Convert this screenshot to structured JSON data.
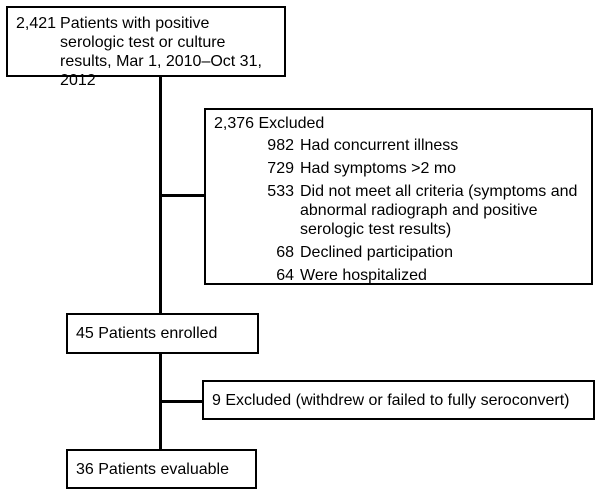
{
  "initial": {
    "count": "2,421",
    "text": "Patients with positive serologic test or culture results, Mar 1, 2010–Oct 31, 2012"
  },
  "excluded_first": {
    "header": "2,376 Excluded",
    "reasons": [
      {
        "count": "982",
        "text": "Had concurrent illness"
      },
      {
        "count": "729",
        "text": "Had symptoms >2 mo"
      },
      {
        "count": "533",
        "text": "Did not meet all criteria (symptoms and abnormal radiograph and positive serologic test results)"
      },
      {
        "count": "68",
        "text": "Declined participation"
      },
      {
        "count": "64",
        "text": "Were hospitalized"
      }
    ]
  },
  "enrolled": {
    "text": "45 Patients enrolled"
  },
  "excluded_second": {
    "text": "9 Excluded (withdrew or failed to fully seroconvert)"
  },
  "evaluable": {
    "text": "36 Patients evaluable"
  }
}
